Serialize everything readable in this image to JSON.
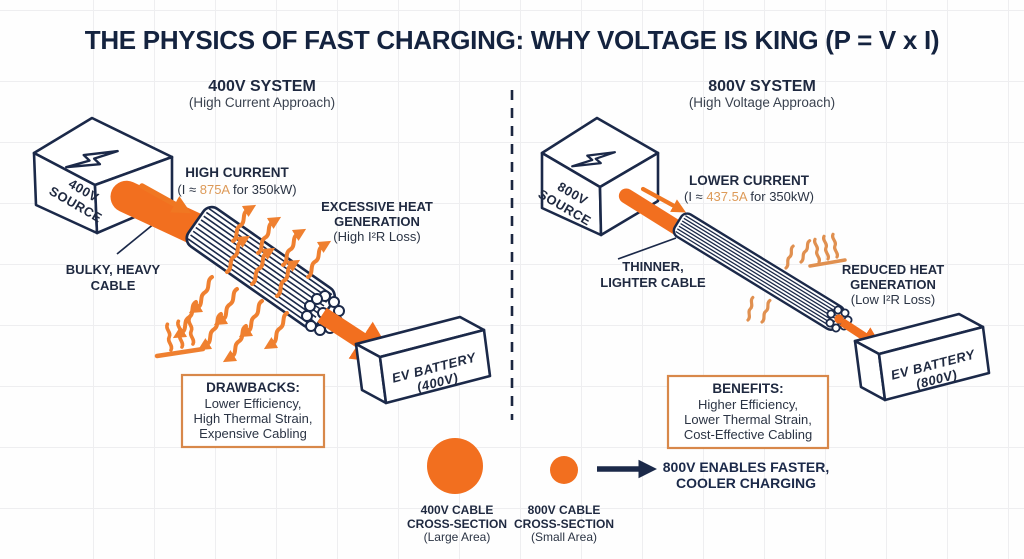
{
  "title": "THE PHYSICS OF FAST CHARGING: WHY VOLTAGE IS KING (P = V x I)",
  "colors": {
    "navy": "#1b2949",
    "orange": "#f26f1f",
    "heat_orange": "#ef8030",
    "value_orange": "#dd9a58",
    "box_border": "#d8884a"
  },
  "left": {
    "header": "400V SYSTEM",
    "subheader": "(High Current Approach)",
    "source_line_1": "400V",
    "source_line_2": "SOURCE",
    "current_title": "HIGH CURRENT",
    "current_prefix": "(I ≈ ",
    "current_value": "875A",
    "current_suffix": " for 350kW)",
    "cable_line_1": "BULKY, HEAVY",
    "cable_line_2": "CABLE",
    "heat_line_1": "EXCESSIVE HEAT",
    "heat_line_2": "GENERATION",
    "heat_line_3": "(High I²R Loss)",
    "battery_line_1": "EV BATTERY",
    "battery_line_2": "(400V)",
    "box_title": "DRAWBACKS:",
    "box_lines": [
      "Lower Efficiency,",
      "High Thermal Strain,",
      "Expensive Cabling"
    ]
  },
  "right": {
    "header": "800V SYSTEM",
    "subheader": "(High Voltage Approach)",
    "source_line_1": "800V",
    "source_line_2": "SOURCE",
    "current_title": "LOWER CURRENT",
    "current_prefix": "(I ≈ ",
    "current_value": "437.5A",
    "current_suffix": " for 350kW)",
    "cable_line_1": "THINNER,",
    "cable_line_2": "LIGHTER CABLE",
    "heat_line_1": "REDUCED HEAT",
    "heat_line_2": "GENERATION",
    "heat_line_3": "(Low I²R Loss)",
    "battery_line_1": "EV BATTERY",
    "battery_line_2": "(800V)",
    "box_title": "BENEFITS:",
    "box_lines": [
      "Higher Efficiency,",
      "Lower Thermal Strain,",
      "Cost-Effective Cabling"
    ]
  },
  "bottom": {
    "large_label_1": "400V CABLE",
    "large_label_2": "CROSS-SECTION",
    "large_label_3": "(Large Area)",
    "small_label_1": "800V CABLE",
    "small_label_2": "CROSS-SECTION",
    "small_label_3": "(Small Area)",
    "conclusion_line_1": "800V ENABLES FASTER,",
    "conclusion_line_2": "COOLER CHARGING"
  }
}
